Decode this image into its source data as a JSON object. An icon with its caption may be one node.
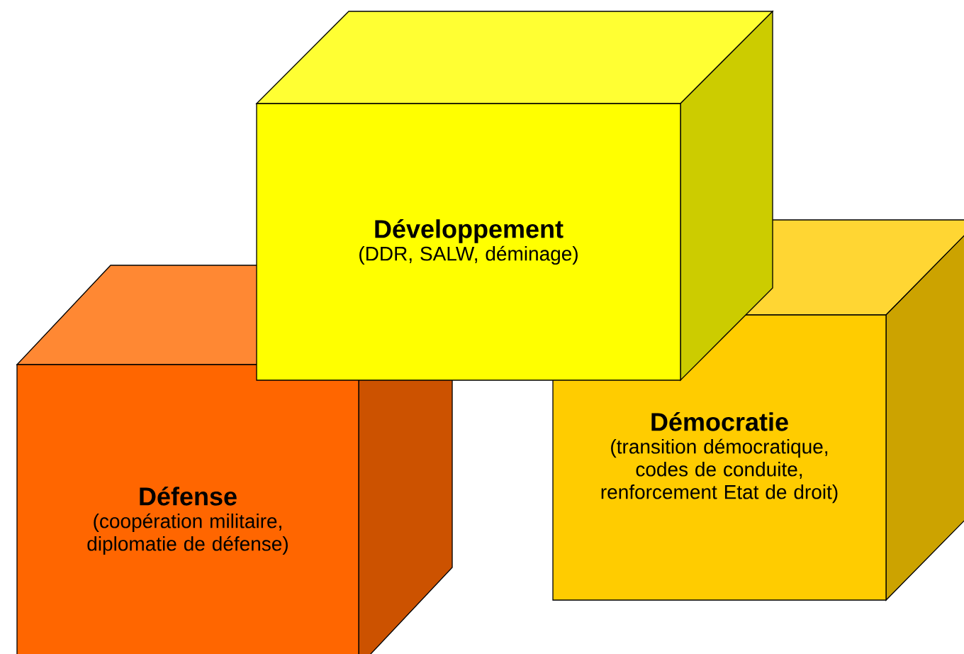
{
  "diagram": {
    "nodes": [
      {
        "text": [
          "Défense",
          "(coopération militaire, diplomatie de défense)"
        ]
      },
      {
        "text": [
          "Démocratie",
          "(transition démocratique, codes de conduite, renforcement Etat de droit)"
        ]
      },
      {
        "text": [
          "Développement",
          "(DDR, SALW, déminage)"
        ]
      }
    ]
  }
}
